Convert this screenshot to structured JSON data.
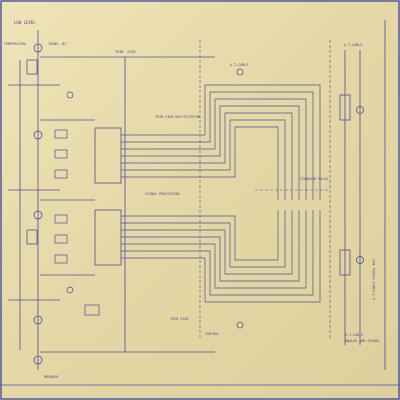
{
  "drawing": {
    "colors": {
      "paper": "#e8dcae",
      "ink": "#4a4fa0"
    },
    "notes": {
      "top_left_1": "LOW LEVEL",
      "top_left_2": "TEMPERATURE",
      "top_left_3": "TRANS. BY",
      "top_center": "TRIM. SIGN.",
      "top_mid": "A.T.CABLE",
      "top_right": "A.T.CABLE",
      "right_mid": "STANDARD RELAY",
      "right_low": "A.T.CABLE",
      "right_low_2": "ANALOG AND SIGNAL",
      "center_label": "TRIM SIGN NOTIFICATION",
      "center_note": "SIGNAL PROCESSING",
      "bottom_center": "TRIM SIGN",
      "bottom_left": "BREAKER",
      "bottom_right": "CONTROL",
      "rotated_right": "A.T.CABLE SIGNAL BUS"
    }
  }
}
